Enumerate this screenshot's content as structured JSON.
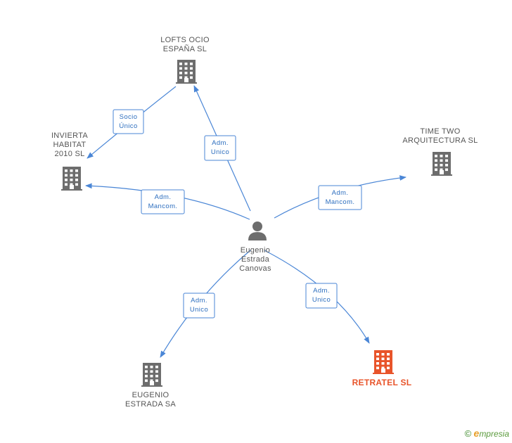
{
  "nodes": [
    {
      "id": "lofts",
      "type": "company",
      "label_lines": [
        "LOFTS OCIO",
        "ESPAÑA SL"
      ],
      "color": "#6d6d6d"
    },
    {
      "id": "invierta",
      "type": "company",
      "label_lines": [
        "INVIERTA",
        "HABITAT",
        "2010 SL"
      ],
      "color": "#6d6d6d"
    },
    {
      "id": "timetwo",
      "type": "company",
      "label_lines": [
        "TIME TWO",
        "ARQUITECTURA SL"
      ],
      "color": "#6d6d6d"
    },
    {
      "id": "eugenio",
      "type": "person",
      "label_lines": [
        "Eugenio",
        "Estrada",
        "Canovas"
      ],
      "color": "#6d6d6d"
    },
    {
      "id": "eugenio_sa",
      "type": "company",
      "label_lines": [
        "EUGENIO",
        "ESTRADA SA"
      ],
      "color": "#6d6d6d"
    },
    {
      "id": "retratel",
      "type": "company",
      "label_lines": [
        "RETRATEL SL"
      ],
      "color": "#e8542a",
      "focus": true
    }
  ],
  "edges": [
    {
      "from": "lofts",
      "to": "invierta",
      "label_lines": [
        "Socio",
        "Único"
      ]
    },
    {
      "from": "eugenio",
      "to": "lofts",
      "label_lines": [
        "Adm.",
        "Unico"
      ]
    },
    {
      "from": "eugenio",
      "to": "invierta",
      "label_lines": [
        "Adm.",
        "Mancom."
      ]
    },
    {
      "from": "eugenio",
      "to": "timetwo",
      "label_lines": [
        "Adm.",
        "Mancom."
      ]
    },
    {
      "from": "eugenio",
      "to": "eugenio_sa",
      "label_lines": [
        "Adm.",
        "Unico"
      ]
    },
    {
      "from": "eugenio",
      "to": "retratel",
      "label_lines": [
        "Adm.",
        "Unico"
      ]
    }
  ],
  "footer": {
    "copyright_symbol": "©",
    "brand_initial": "e",
    "brand_rest": "mpresia"
  },
  "colors": {
    "edge": "#4a86d6",
    "focus": "#e8542a",
    "icon": "#6d6d6d"
  }
}
